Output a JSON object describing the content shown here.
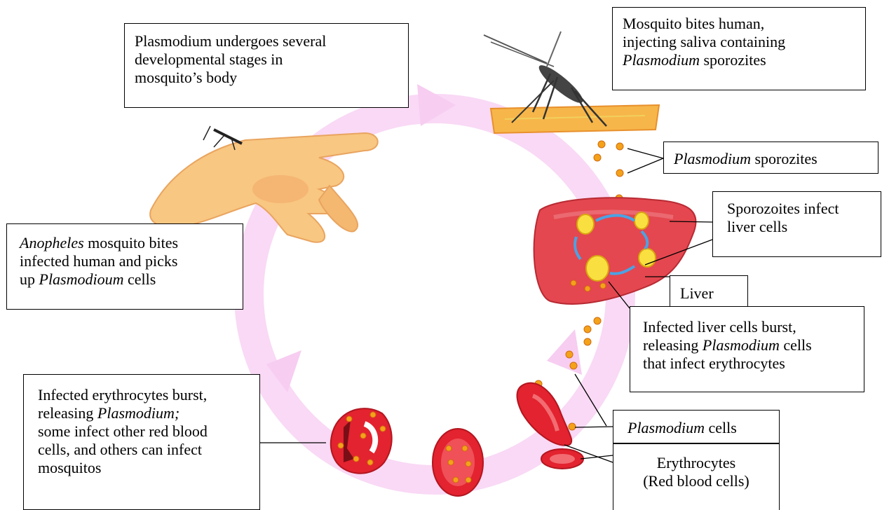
{
  "colors": {
    "cycle_arrow": "#f7d3f3",
    "skin": "#f7c27b",
    "liver": "#e4474f",
    "rbc": "#e3232f",
    "parasite": "#f4a21a",
    "liver_arrows": "#4aa3e4"
  },
  "boxes": {
    "mosquito_stages": {
      "lines": [
        "Plasmodium undergoes several",
        "developmental stages in",
        "mosquito’s body"
      ]
    },
    "mosquito_bites": {
      "lines": [
        "Mosquito bites human,",
        "injecting saliva containing"
      ],
      "em": "Plasmodium",
      "rest": " sporozites"
    },
    "sporozites": {
      "em": "Plasmodium",
      "rest": " sporozites"
    },
    "infect_liver": {
      "lines": [
        "Sporozoites infect",
        "liver cells"
      ]
    },
    "liver": {
      "text": "Liver"
    },
    "liver_burst": {
      "line1": "Infected liver cells burst,",
      "line2_pre": "releasing ",
      "line2_em": "Plasmodium",
      "line2_post": " cells",
      "line3": "that infect erythrocytes"
    },
    "anopheles": {
      "em1": "Anopheles",
      "line1_rest": " mosquito bites",
      "line2": "infected human and picks",
      "line3_pre": "up ",
      "em2": "Plasmodioum",
      "line3_post": " cells"
    },
    "rbc_burst": {
      "line1": "Infected erythrocytes burst,",
      "line2_pre": "releasing ",
      "line2_em": "Plasmodium;",
      "lines": [
        "some infect other red blood",
        "cells, and others can infect",
        "mosquitos"
      ]
    },
    "plasmodium_cells": {
      "em": "Plasmodium",
      "rest": " cells"
    },
    "erythrocytes": {
      "lines": [
        "Erythrocytes",
        "(Red blood cells)"
      ]
    }
  }
}
